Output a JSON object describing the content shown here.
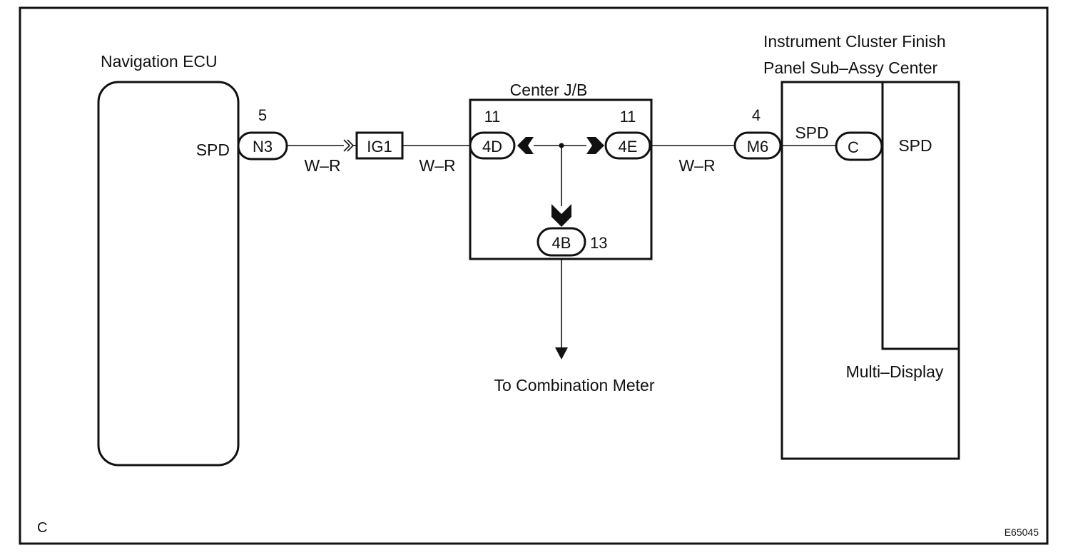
{
  "components": {
    "nav_ecu": {
      "title": "Navigation ECU",
      "terminal": "SPD"
    },
    "center_jb": {
      "title": "Center J/B"
    },
    "cluster": {
      "title_line1": "Instrument Cluster Finish",
      "title_line2": "Panel Sub–Assy Center",
      "inner_terminal": "SPD",
      "inner_label": "Multi–Display"
    }
  },
  "connectors": {
    "n3": {
      "id": "N3",
      "pin": "5"
    },
    "ig1": {
      "id": "IG1"
    },
    "d4": {
      "id": "4D",
      "pin": "11"
    },
    "e4": {
      "id": "4E",
      "pin": "11"
    },
    "b4": {
      "id": "4B",
      "pin": "13"
    },
    "m6": {
      "id": "M6",
      "pin": "4"
    },
    "c": {
      "id": "C",
      "terminal": "SPD"
    }
  },
  "wires": {
    "w1": "W–R",
    "w2": "W–R",
    "w3": "W–R"
  },
  "destination": "To Combination Meter",
  "footer": {
    "corner_letter": "C",
    "figure_code": "E65045"
  }
}
